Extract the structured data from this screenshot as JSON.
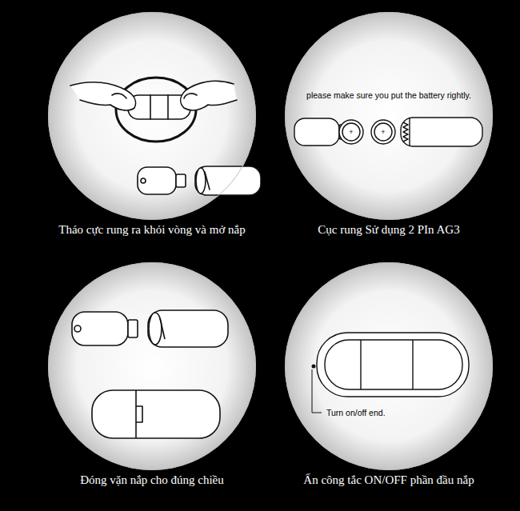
{
  "diagram": {
    "nodes": [
      {
        "text": [
          "Tháo cực rung ra khỏi vòng và mở nắp"
        ]
      },
      {
        "text": [
          "please make sure you put the battery rightly.",
          "Cục rung Sử dụng 2 PIn AG3"
        ]
      },
      {
        "text": [
          "Đóng vặn nắp cho đúng chiều"
        ]
      },
      {
        "text": [
          "Turn on/off end.",
          "Ấn công tắc ON/OFF phần đầu nắp"
        ]
      }
    ],
    "labels": [
      "+",
      "+"
    ]
  }
}
